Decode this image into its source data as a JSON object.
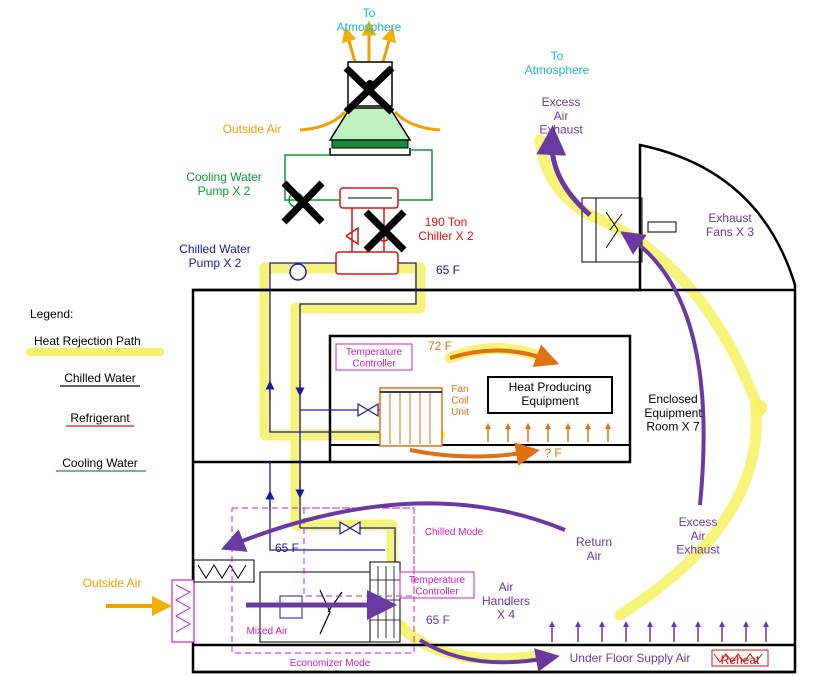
{
  "labels": {
    "to_atmosphere_1": "To\nAtmosphere",
    "to_atmosphere_2": "To\nAtmosphere",
    "excess_air_exhaust_top": "Excess\nAir\nExhaust",
    "exhaust_fans": "Exhaust\nFans X 3",
    "outside_air_tower": "Outside Air",
    "cooling_water_pump": "Cooling Water\nPump X 2",
    "chiller": "190 Ton\nChiller X 2",
    "chilled_water_pump": "Chilled Water\nPump X 2",
    "temp_65_chiller": "65 F",
    "legend_title": "Legend:",
    "legend_heat": "Heat Rejection Path",
    "legend_chilled": "Chilled Water",
    "legend_refrigerant": "Refrigerant",
    "legend_cooling": "Cooling Water",
    "temp_controller_room": "Temperature\nController",
    "temp_72": "72 F",
    "fan_coil_unit": "Fan\nCoil\nUnit",
    "heat_producing_equipment": "Heat Producing\nEquipment",
    "enclosed_room": "Enclosed\nEquipment\nRoom X 7",
    "temp_unknown": "? F",
    "chilled_mode": "Chilled Mode",
    "return_air": "Return\nAir",
    "temp_65_ahu": "65 F",
    "excess_air_exhaust_bottom": "Excess\nAir\nExhaust",
    "outside_air_ahu": "Outside Air",
    "temp_controller_ahu": "Temperature\nController",
    "air_handlers": "Air\nHandlers\nX 4",
    "mixed_air": "Mixed Air",
    "temp_65_supply": "65 F",
    "economizer_mode": "Economizer Mode",
    "under_floor_supply_air": "Under Floor Supply Air",
    "reheat": "Reheat"
  },
  "colors": {
    "heat_path": "#f5f36a",
    "chilled": "#1a1aa0",
    "refrigerant": "#e01010",
    "cooling": "#0a9a3a",
    "air": "#6a3aa0",
    "orange": "#f0a000",
    "warm": "#e07010",
    "cyan": "#20b8c8",
    "magenta": "#d020c0"
  }
}
